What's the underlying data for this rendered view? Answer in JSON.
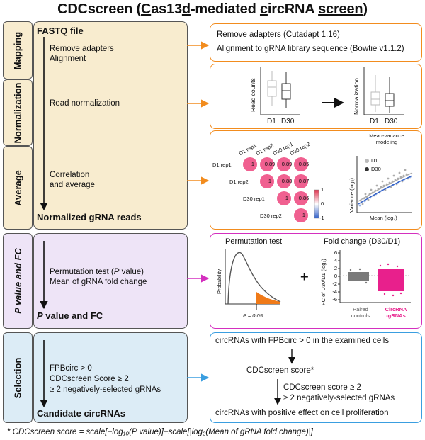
{
  "title": {
    "prefix": "CDCscreen (",
    "c1": "C",
    "p1": "as13",
    "d": "d",
    "p2": "-mediated ",
    "c2": "c",
    "p3": "ircRNA ",
    "screen": "screen",
    "suffix": ")"
  },
  "stages": {
    "mapping": "Mapping",
    "normalization": "Normalization",
    "average": "Average",
    "pfc": "P value and FC",
    "selection": "Selection"
  },
  "colors": {
    "orange": "#f28c1e",
    "magenta": "#d42fbf",
    "blue": "#3a9ee0",
    "mapping_bg": "#f8eccf",
    "pfc_bg": "#eee4f7",
    "sel_bg": "#dcecf6",
    "circle": "#f06090"
  },
  "left": {
    "fastq": "FASTQ file",
    "step_remove": "Remove adapters",
    "step_align": "Alignment",
    "step_norm": "Read normalization",
    "step_corr": "Correlation",
    "step_avg": "and average",
    "normalized": "Normalized gRNA reads",
    "perm_label": "Permutation test (",
    "perm_p": "P",
    "perm_value": " value)",
    "mean_fc": "Mean of gRNA fold change",
    "pfc_p": "P",
    "pfc_rest": " value and FC",
    "fpb": "FPBcirc > 0",
    "score": "CDCscreen Score ≥ 2",
    "neg": "≥ 2 negatively-selected gRNAs",
    "candidate": "Candidate circRNAs"
  },
  "mapping_box": {
    "line1": "Remove adapters (Cutadapt 1.16)",
    "line2": "Alignment to gRNA library sequence (Bowtie v1.1.2)"
  },
  "norm_box": {
    "ylabel1": "Read counts",
    "ylabel2": "Normalization",
    "d1": "D1",
    "d30": "D30"
  },
  "avg_box": {
    "cols": [
      "D1 rep1",
      "D1 rep2",
      "D30 rep1",
      "D30 rep2"
    ],
    "rows": [
      "D1 rep1",
      "D1 rep2",
      "D30 rep1",
      "D30 rep2"
    ],
    "cells": [
      [
        "1",
        "0.89",
        "0.89",
        "0.85"
      ],
      [
        "1",
        "0.88",
        "0.87"
      ],
      [
        "1",
        "0.86"
      ],
      [
        "1"
      ]
    ],
    "cbar_top": "1",
    "cbar_mid": "0",
    "cbar_bot": "-1",
    "mv_title1": "Mean-variance",
    "mv_title2": "modeling",
    "legend_d1": "D1",
    "legend_d30": "D30",
    "mv_y": "Variance (log₂)",
    "mv_x": "Mean (log₂)"
  },
  "pfc_box": {
    "perm_title": "Permutation test",
    "prob": "Probability",
    "p_eq": "P = 0.05",
    "plus": "+",
    "fc_title": "Fold change (D30/D1)",
    "fc_ylabel": "FC of D30/D1 (log₂)",
    "yticks": [
      "6",
      "4",
      "2",
      "0",
      "-2",
      "-4",
      "-6"
    ],
    "cat1a": "Paired",
    "cat1b": "controls",
    "cat2a": "CircRNA",
    "cat2b": "-gRNAs"
  },
  "sel_box": {
    "line1": "circRNAs with FPBcirc > 0 in the examined cells",
    "score": "CDCscreen score*",
    "crit1": "CDCscreen score ≥ 2",
    "crit2": "≥ 2 negatively-selected gRNAs",
    "final": "circRNAs with positive effect on cell proliferation"
  },
  "footnote": "* CDCscreen score = scale[−log₁₀(P value)]+scale[|log₂(Mean of gRNA fold change)|]"
}
